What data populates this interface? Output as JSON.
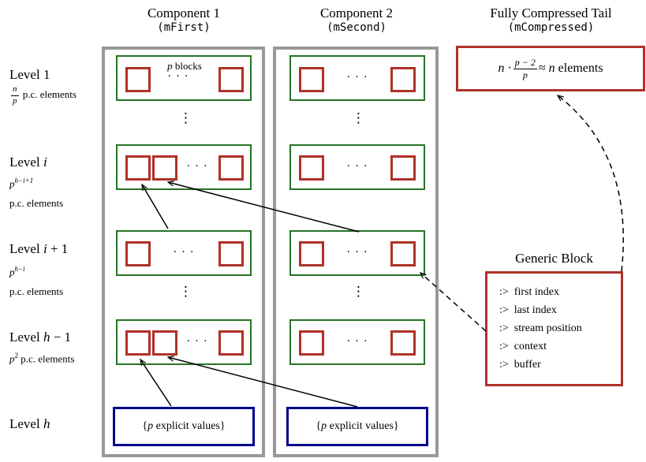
{
  "colors": {
    "green": "#267326",
    "red": "#b03127",
    "blue": "#00008b",
    "gray": "#999999",
    "ink": "#000000"
  },
  "headers": {
    "component1": {
      "title": "Component 1",
      "subtitle": "(mFirst)"
    },
    "component2": {
      "title": "Component 2",
      "subtitle": "(mSecond)"
    },
    "tail": {
      "title": "Fully Compressed Tail",
      "subtitle": "(mCompressed)"
    }
  },
  "levels": [
    {
      "word": "Level 1",
      "mvar": "",
      "tail": "",
      "frac_num": "n",
      "frac_den": "p",
      "suffix": " p.c. elements"
    },
    {
      "word": "Level ",
      "mvar": "i",
      "tail": "",
      "base": "p",
      "sup": "h−i+1",
      "line3": "p.c. elements"
    },
    {
      "word": "Level ",
      "mvar": "i",
      "tail": " + 1",
      "base": "p",
      "sup": "h−i",
      "line3": "p.c. elements"
    },
    {
      "word": "Level ",
      "mvar": "h",
      "tail": " − 1",
      "base": "p",
      "sup": "2",
      "suffix": " p.c. elements"
    },
    {
      "word": "Level ",
      "mvar": "h",
      "tail": ""
    }
  ],
  "blocks_label": {
    "var": "p",
    "word": " blocks"
  },
  "explicit_values": {
    "open": "{",
    "var": "p",
    "rest": " explicit values}"
  },
  "symbols": {
    "hdots": "· · ·",
    "vdots": "⋮"
  },
  "compressed_box": {
    "var1": "n",
    "dot": "·",
    "frac_num": "p − 2",
    "frac_den": "p",
    "approx": "≈",
    "var2": "n",
    "word": " elements"
  },
  "generic_block": {
    "title": "Generic Block",
    "items": [
      {
        "prefix": ":>",
        "label": "first index"
      },
      {
        "prefix": ":>",
        "label": "last index"
      },
      {
        "prefix": ":>",
        "label": "stream position"
      },
      {
        "prefix": ":>",
        "label": "context"
      },
      {
        "prefix": ":>",
        "label": "buffer"
      }
    ]
  }
}
